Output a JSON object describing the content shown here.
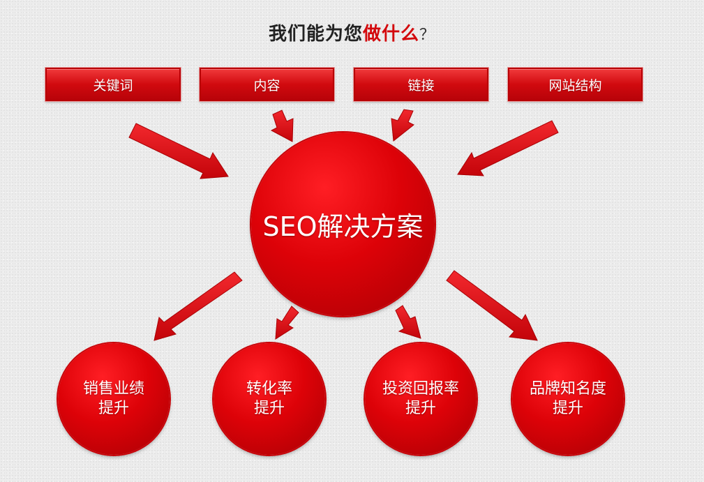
{
  "title": {
    "prefix": "我们能为您",
    "highlight": "做什么",
    "suffix": "？"
  },
  "inputs": [
    {
      "label": "关键词"
    },
    {
      "label": "内容"
    },
    {
      "label": "链接"
    },
    {
      "label": "网站结构"
    }
  ],
  "center": {
    "label": "SEO解决方案"
  },
  "outputs": [
    {
      "line1": "销售业绩",
      "line2": "提升"
    },
    {
      "line1": "转化率",
      "line2": "提升"
    },
    {
      "line1": "投资回报率",
      "line2": "提升"
    },
    {
      "line1": "品牌知名度",
      "line2": "提升"
    }
  ],
  "colors": {
    "accent": "#d3080c",
    "box_fill": "#d10a0f",
    "circle_fill": "#dd0208"
  }
}
